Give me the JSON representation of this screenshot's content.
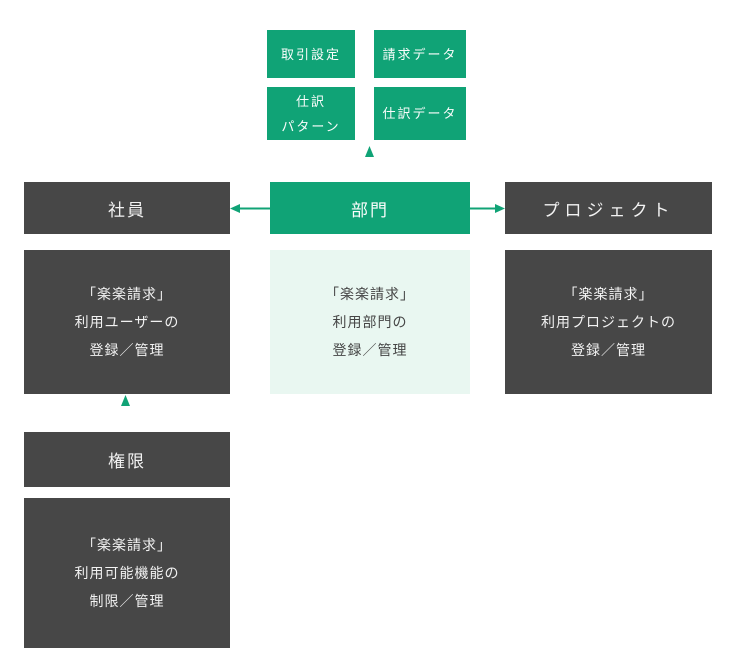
{
  "colors": {
    "accent_green": "#10a376",
    "dark_gray": "#474747",
    "light_mint": "#e9f7f1"
  },
  "nodes": {
    "transaction_settings": {
      "label": "取引設定"
    },
    "billing_data": {
      "label": "請求データ"
    },
    "journal_pattern": {
      "line1": "仕訳",
      "line2": "パターン"
    },
    "journal_data": {
      "label": "仕訳データ"
    },
    "employee": {
      "label": "社員"
    },
    "department": {
      "label": "部門"
    },
    "project": {
      "label": "プロジェクト"
    },
    "permission": {
      "label": "権限"
    },
    "employee_desc": {
      "line1": "「楽楽請求」",
      "line2": "利用ユーザーの",
      "line3": "登録／管理"
    },
    "department_desc": {
      "line1": "「楽楽請求」",
      "line2": "利用部門の",
      "line3": "登録／管理"
    },
    "project_desc": {
      "line1": "「楽楽請求」",
      "line2": "利用プロジェクトの",
      "line3": "登録／管理"
    },
    "permission_desc": {
      "line1": "「楽楽請求」",
      "line2": "利用可能機能の",
      "line3": "制限／管理"
    }
  },
  "edges": [
    {
      "from": "department",
      "to": "data_boxes",
      "direction": "up"
    },
    {
      "from": "department",
      "to": "employee",
      "direction": "left"
    },
    {
      "from": "department",
      "to": "project",
      "direction": "right"
    },
    {
      "from": "permission",
      "to": "employee_desc",
      "direction": "up"
    }
  ]
}
